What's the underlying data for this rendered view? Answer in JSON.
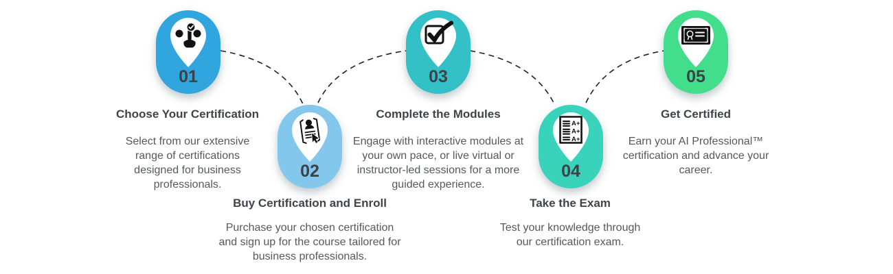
{
  "steps": [
    {
      "number": "01",
      "title": "Choose Your Certification",
      "description": "Select from our extensive\nrange of certifications\ndesigned for business\nprofessionals.",
      "icon": "candidate-select-icon",
      "color": "#31a5dd"
    },
    {
      "number": "02",
      "title": "Buy Certification and Enroll",
      "description": "Purchase your chosen certification\nand sign up for the course tailored for\nbusiness professionals.",
      "icon": "enroll-form-icon",
      "color": "#84c7ed"
    },
    {
      "number": "03",
      "title": "Complete the Modules",
      "description": "Engage with interactive modules at\nyour own pace, or live virtual or\ninstructor-led sessions for a more\nguided experience.",
      "icon": "checkbox-icon",
      "color": "#33c0c7"
    },
    {
      "number": "04",
      "title": "Take the Exam",
      "description": "Test your knowledge through\nour certification exam.",
      "icon": "exam-sheet-icon",
      "color": "#39d2bb"
    },
    {
      "number": "05",
      "title": "Get Certified",
      "description": "Earn your AI Professional™\ncertification and advance your\ncareer.",
      "icon": "certificate-icon",
      "color": "#43de8b"
    }
  ],
  "connector": {
    "color": "#1e1e1e",
    "style": "dashed"
  },
  "colors": {
    "heading_text": "#3f4448",
    "body_text": "#55585c",
    "number_text": "#3d4247",
    "pin_inner": "#ffffff",
    "icon_ink": "#111111"
  }
}
